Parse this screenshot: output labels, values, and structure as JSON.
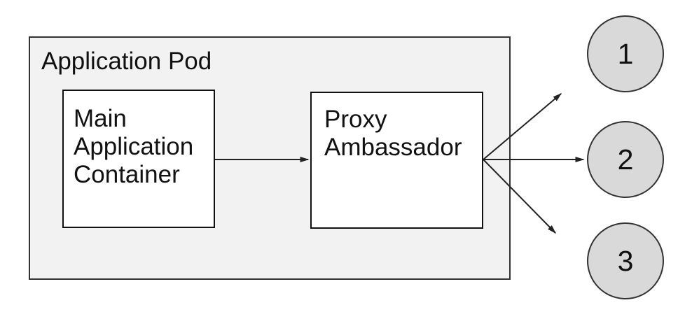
{
  "diagram": {
    "pod": {
      "label": "Application Pod"
    },
    "main_container": {
      "lines": [
        "Main",
        "Application",
        "Container"
      ]
    },
    "proxy": {
      "lines": [
        "Proxy",
        "Ambassador"
      ]
    },
    "endpoints": [
      {
        "label": "1"
      },
      {
        "label": "2"
      },
      {
        "label": "3"
      }
    ],
    "edges": [
      {
        "from": "main-application-container",
        "to": "proxy-ambassador"
      },
      {
        "from": "proxy-ambassador",
        "to": "endpoint-1"
      },
      {
        "from": "proxy-ambassador",
        "to": "endpoint-2"
      },
      {
        "from": "proxy-ambassador",
        "to": "endpoint-3"
      }
    ],
    "colors": {
      "pod_fill": "#f2f2f2",
      "pod_border": "#333333",
      "node_fill": "#ffffff",
      "node_border": "#111111",
      "endpoint_fill": "#d9d9d9",
      "endpoint_border": "#333333",
      "arrow": "#222222",
      "text": "#111111"
    }
  }
}
